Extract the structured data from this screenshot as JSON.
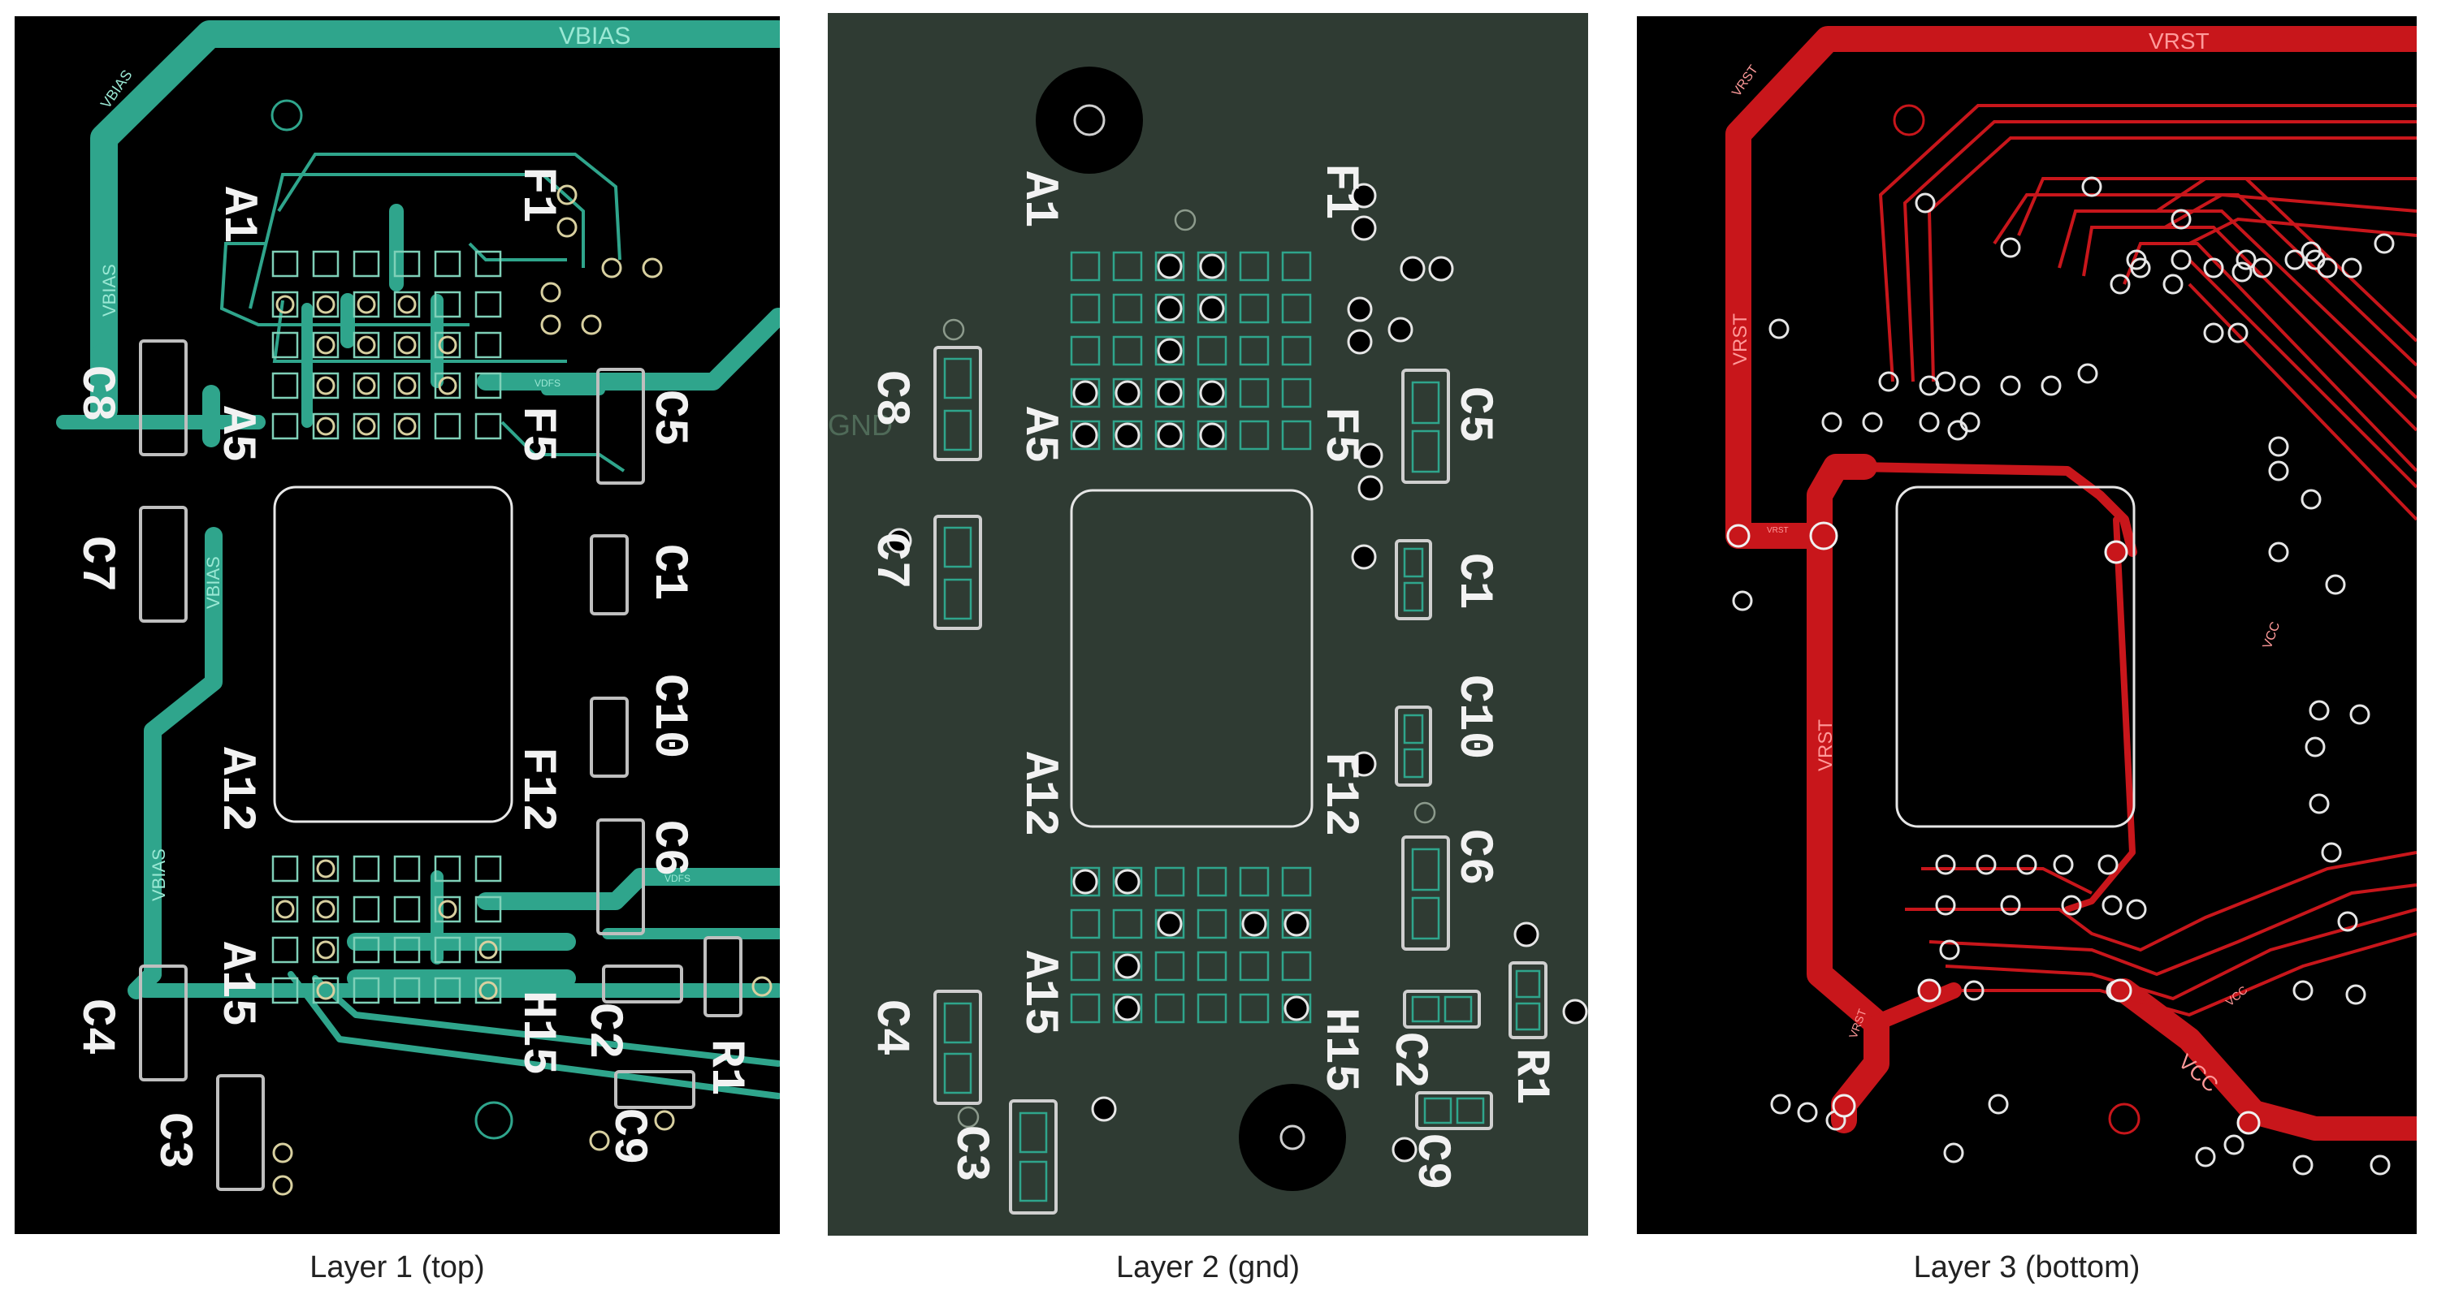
{
  "panels": [
    {
      "id": "layer1",
      "caption": "Layer 1 (top)",
      "background": "#000000",
      "trace_color": "#2fa58c"
    },
    {
      "id": "layer2",
      "caption": "Layer 2 (gnd)",
      "background": "#2f3b33",
      "trace_color": "#2fa58c"
    },
    {
      "id": "layer3",
      "caption": "Layer 3 (bottom)",
      "background": "#000000",
      "trace_color": "#c8161b"
    }
  ],
  "labels": {
    "A1": "A1",
    "F1": "F1",
    "A5": "A5",
    "F5": "F5",
    "A12": "A12",
    "F12": "F12",
    "A15": "A15",
    "H15": "H15",
    "C1": "C1",
    "C2": "C2",
    "C3": "C3",
    "C4": "C4",
    "C5": "C5",
    "C6": "C6",
    "C7": "C7",
    "C8": "C8",
    "C9": "C9",
    "C10": "C10",
    "R1": "R1"
  },
  "nets": {
    "vbias": "VBIAS",
    "vrst": "VRST",
    "vcc": "VCC",
    "gnd": "GND",
    "vdfs": "VDFS"
  }
}
